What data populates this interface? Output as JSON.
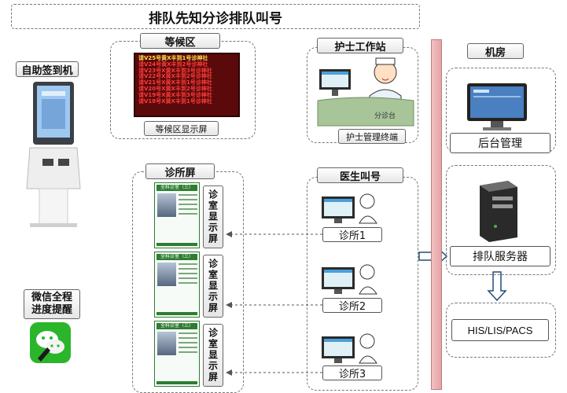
{
  "title": "排队先知分诊排队叫号",
  "kiosk": {
    "label": "自助签到机"
  },
  "waiting": {
    "label": "等候区",
    "screen_caption": "等候区显示屏",
    "screen_rows": [
      {
        "text": "请V25号黄X丰到1号诊神社",
        "color": "#ffe14d"
      },
      {
        "text": "请V24号黄X丰到2号诊神社",
        "color": "#ff3b3b"
      },
      {
        "text": "请V23号X黄X丰到3号诊神社",
        "color": "#ff3b3b"
      },
      {
        "text": "请V22号X黄X丰到2号诊神社",
        "color": "#ff3b3b"
      },
      {
        "text": "请V21号X黄X丰到1号诊神社",
        "color": "#ff3b3b"
      },
      {
        "text": "请V20号X黄X丰到2号诊神社",
        "color": "#ff3b3b"
      },
      {
        "text": "请V19号X黄X丰到3号诊神社",
        "color": "#ff3b3b"
      },
      {
        "text": "请V18号X黄X丰到1号诊神社",
        "color": "#ff3b3b"
      }
    ]
  },
  "nurse": {
    "label": "护士工作站",
    "desk_text": "分诊台",
    "caption": "护士管理终端"
  },
  "machine_room": {
    "label": "机房",
    "backend": "后台管理",
    "server": "排队服务器",
    "his": "HIS/LIS/PACS"
  },
  "clinic_screen": {
    "label": "诊所屏",
    "card_title": "全科诊室（三）",
    "vertical_label": "诊室显示屏"
  },
  "doctor": {
    "label": "医生叫号",
    "rooms": [
      "诊所1",
      "诊所2",
      "诊所3"
    ]
  },
  "wechat": {
    "label_line1": "微信全程",
    "label_line2": "进度提醒"
  },
  "colors": {
    "bus": "#e8a9a9",
    "arrow_blue": "#1f4e79",
    "green": "#2e7d32"
  }
}
